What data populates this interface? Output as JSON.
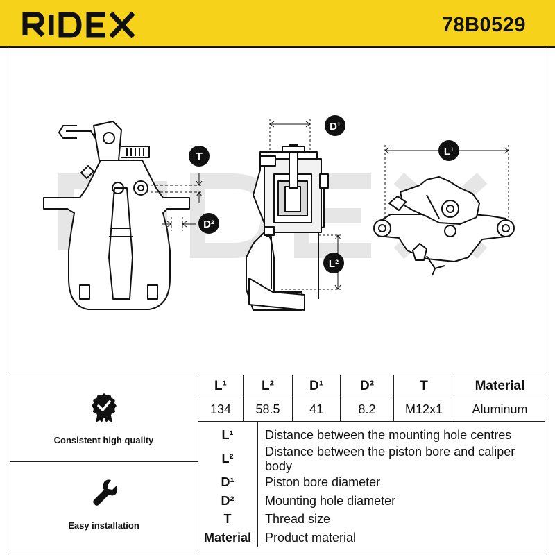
{
  "header": {
    "brand": "RIDEX",
    "part_number": "78B0529",
    "brand_color": "#f6d21a"
  },
  "drawing": {
    "watermark": "RIDEX",
    "labels": {
      "T": "T",
      "D2": "D²",
      "D1": "D¹",
      "L2": "L²",
      "L1": "L¹"
    }
  },
  "features": [
    {
      "icon": "quality-check-icon",
      "label": "Consistent high quality"
    },
    {
      "icon": "wrench-icon",
      "label": "Easy installation"
    }
  ],
  "specs": {
    "headers": [
      "L¹",
      "L²",
      "D¹",
      "D²",
      "T",
      "Material"
    ],
    "values": [
      "134",
      "58.5",
      "41",
      "8.2",
      "M12x1",
      "Aluminum"
    ]
  },
  "legend": [
    {
      "key": "L¹",
      "desc": "Distance between the mounting hole centres"
    },
    {
      "key": "L²",
      "desc": "Distance between the piston bore and caliper body"
    },
    {
      "key": "D¹",
      "desc": "Piston bore diameter"
    },
    {
      "key": "D²",
      "desc": "Mounting hole diameter"
    },
    {
      "key": "T",
      "desc": "Thread size"
    },
    {
      "key": "Material",
      "desc": "Product material"
    }
  ]
}
